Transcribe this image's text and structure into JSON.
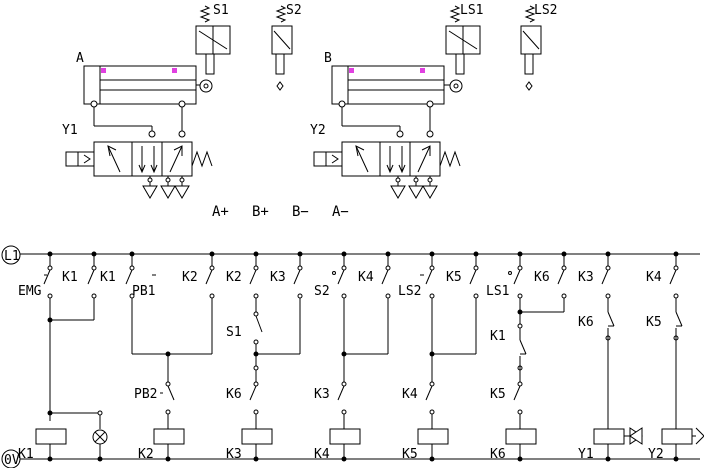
{
  "pneumatic": {
    "cylinder_a": {
      "label": "A",
      "sensor_left": "S1",
      "sensor_right": "S2",
      "valve_coil": "Y1"
    },
    "cylinder_b": {
      "label": "B",
      "sensor_left": "LS1",
      "sensor_right": "LS2",
      "valve_coil": "Y2"
    },
    "sequence": [
      "A+",
      "B+",
      "B−",
      "A−"
    ]
  },
  "ladder": {
    "rail_top": "L1",
    "rail_bottom": "0V",
    "rungs": [
      {
        "top": [
          "EMG",
          "K1"
        ],
        "mid": [],
        "low": [],
        "coil": "K1",
        "has_lamp": true
      },
      {
        "top": [
          "PB1",
          "K2"
        ],
        "mid": [],
        "low": [
          "PB2"
        ],
        "coil": "K2"
      },
      {
        "top": [
          "K2",
          "K3"
        ],
        "mid": [
          "S1"
        ],
        "low": [
          "K6"
        ],
        "coil": "K3"
      },
      {
        "top": [
          "S2",
          "K4"
        ],
        "mid": [],
        "low": [
          "K3"
        ],
        "coil": "K4"
      },
      {
        "top": [
          "LS2",
          "K5"
        ],
        "mid": [],
        "low": [
          "K4"
        ],
        "coil": "K5"
      },
      {
        "top": [
          "LS1",
          "K6"
        ],
        "mid": [
          "K1"
        ],
        "low": [
          "K5"
        ],
        "coil": "K6"
      },
      {
        "top": [
          "K3"
        ],
        "mid": [
          "K6"
        ],
        "low": [],
        "coil": "Y1"
      },
      {
        "top": [
          "K4"
        ],
        "mid": [
          "K5"
        ],
        "low": [],
        "coil": "Y2"
      }
    ]
  }
}
